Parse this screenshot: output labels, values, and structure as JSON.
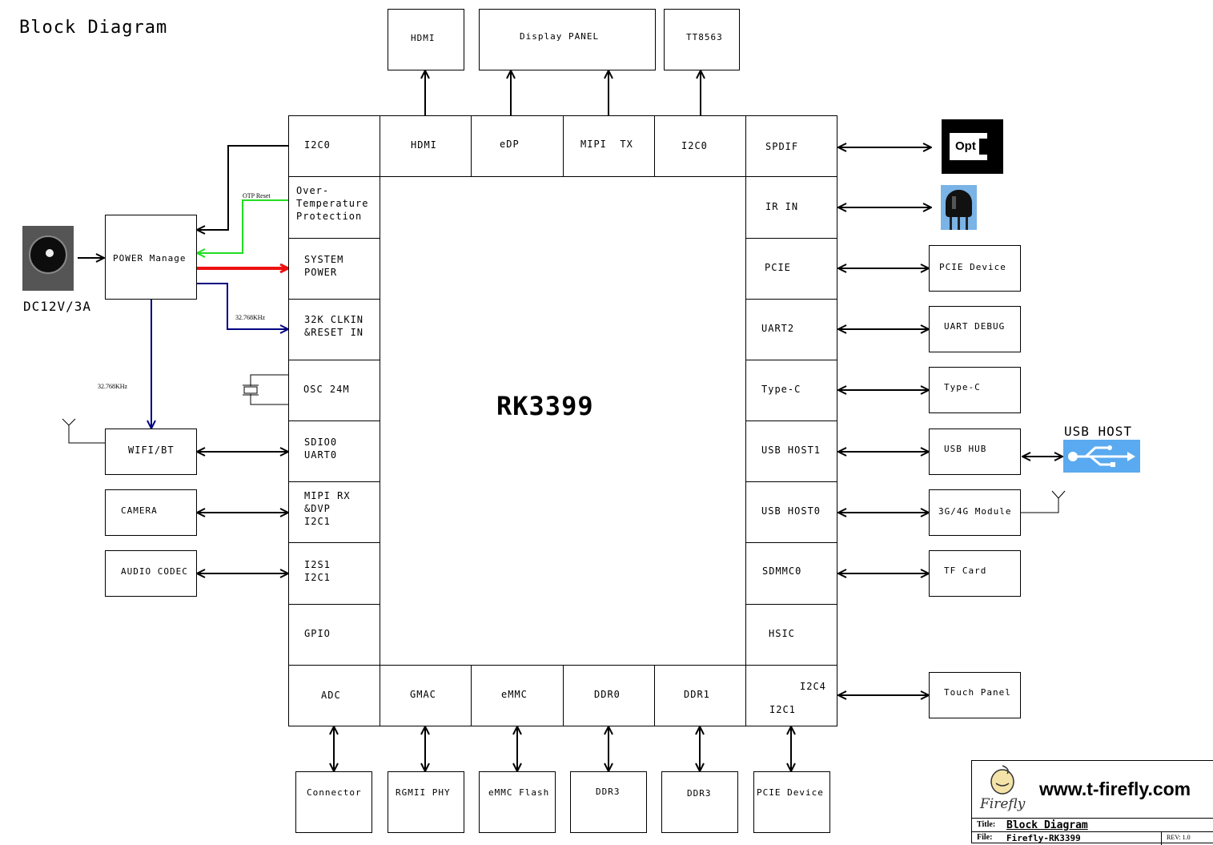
{
  "page_title": "Block Diagram",
  "chip": "RK3399",
  "power_input": "DC12V/3A",
  "usb_host_label": "USB HOST",
  "optical_icon_text": "Opt",
  "top_devices": [
    "HDMI",
    "Display PANEL",
    "TT8563"
  ],
  "top_ports": [
    "HDMI",
    "eDP",
    "MIPI  TX",
    "I2C0"
  ],
  "left_ports": [
    "I2C0",
    "Over-\nTemperature\nProtection",
    "SYSTEM\nPOWER",
    "32K CLKIN\n&RESET IN",
    "OSC 24M",
    "SDIO0\nUART0",
    "MIPI RX\n&DVP\nI2C1",
    "I2S1\nI2C1",
    "GPIO"
  ],
  "right_ports": [
    "SPDIF",
    "IR IN",
    "PCIE",
    "UART2",
    "Type-C",
    "USB HOST1",
    "USB HOST0",
    "SDMMC0",
    "HSIC"
  ],
  "bottom_ports": [
    "ADC",
    "GMAC",
    "eMMC",
    "DDR0",
    "DDR1"
  ],
  "corner_port": {
    "upper": "I2C4",
    "lower": "I2C1"
  },
  "left_devices": [
    "POWER Manage",
    "WIFI/BT",
    "CAMERA",
    "AUDIO CODEC"
  ],
  "right_devices": [
    "PCIE Device",
    "UART DEBUG",
    "Type-C",
    "USB HUB",
    "3G/4G Module",
    "TF Card",
    "Touch Panel"
  ],
  "bottom_devices": [
    "Connector",
    "RGMII PHY",
    "eMMC Flash",
    "DDR3",
    "DDR3",
    "PCIE Device"
  ],
  "signals": {
    "otp_reset": "OTP Reset",
    "clk_a": "32.768KHz",
    "clk_b": "32.768KHz"
  },
  "colors": {
    "otp_line": "#22dd22",
    "power_line": "#ee1111",
    "clock_line": "#000080",
    "usb_icon": "#59aaf0"
  },
  "title_block": {
    "website": "www.t-firefly.com",
    "logo_text": "Firefly",
    "title_key": "Title:",
    "title_value": "Block Diagram",
    "file_key": "File:",
    "file_value": "Firefly-RK3399",
    "rev": "REV: 1.0"
  }
}
